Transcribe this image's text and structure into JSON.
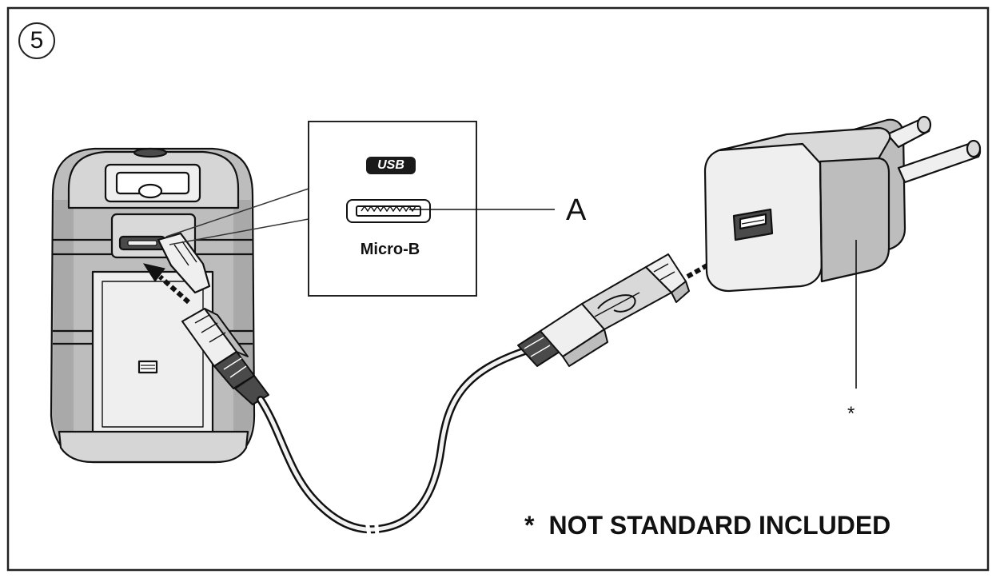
{
  "step": "5",
  "inset": {
    "usb_logo": "USB",
    "connector_type": "Micro-B"
  },
  "callout": "A",
  "adapter_asterisk": "*",
  "note": {
    "star": "*",
    "text": "NOT STANDARD INCLUDED"
  },
  "colors": {
    "ink": "#111111",
    "gray_fill": "#bdbdbd",
    "light_fill": "#efefef",
    "dark_fill": "#4a4a4a"
  }
}
